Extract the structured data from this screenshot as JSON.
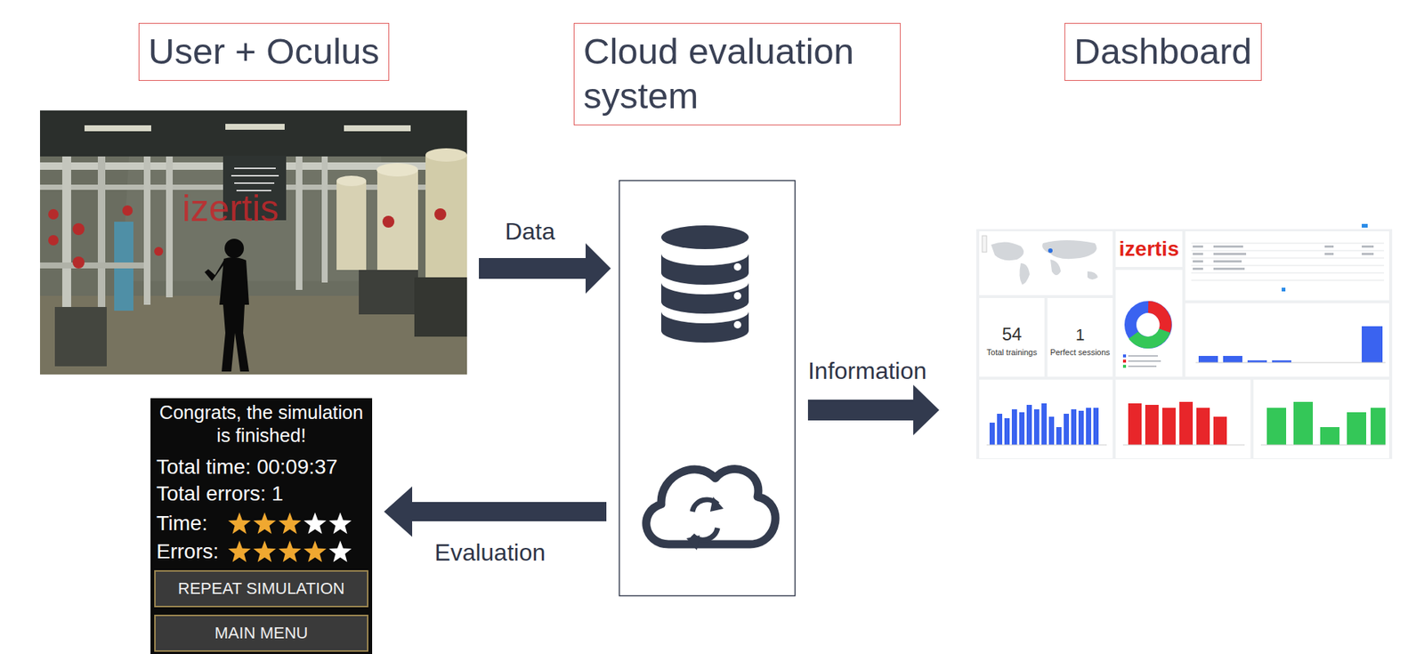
{
  "diagram": {
    "nodes": [
      {
        "text": [
          "User + Oculus"
        ]
      },
      {
        "text": [
          "Cloud evaluation system"
        ]
      },
      {
        "text": [
          "Dashboard"
        ]
      },
      {
        "text": [
          "Congrats, the simulation is finished!",
          "Total time: 00:09:37",
          "Total errors: 1",
          "Time:",
          "Errors:"
        ]
      },
      {
        "text": [
          "REPEAT SIMULATION"
        ],
        "in": 3
      },
      {
        "text": [
          "MAIN MENU"
        ],
        "in": 3
      }
    ],
    "labels": [
      "Data",
      "Information",
      "Evaluation",
      "izertis",
      "izertis",
      "54",
      "Total trainings",
      "1",
      "Perfect sessions"
    ]
  }
}
